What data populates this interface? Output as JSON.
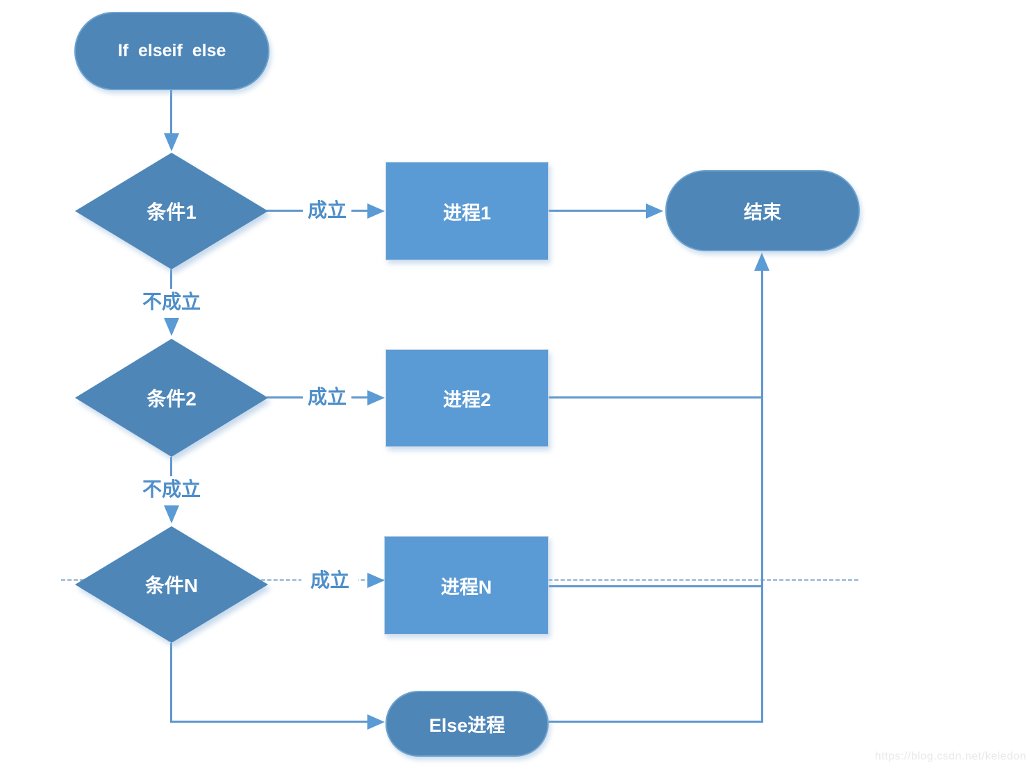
{
  "diagram": {
    "title_node": "If elseif else",
    "watermark": "https://blog.csdn.net/keledon"
  },
  "colors": {
    "shape_dark": "#4e86b8",
    "shape_light": "#5b9bd5",
    "connector": "#5f97cc",
    "dashed_line": "#a9c3dd",
    "edge_label": "#4e8ec9",
    "shape_text": "#ffffff",
    "watermark": "#e9e9e9"
  },
  "nodes": {
    "start": {
      "label": "If elseif else",
      "type": "terminator"
    },
    "cond1": {
      "label": "条件1",
      "type": "decision"
    },
    "proc1": {
      "label": "进程1",
      "type": "process"
    },
    "end": {
      "label": "结束",
      "type": "terminator"
    },
    "cond2": {
      "label": "条件2",
      "type": "decision"
    },
    "proc2": {
      "label": "进程2",
      "type": "process"
    },
    "condN": {
      "label": "条件N",
      "type": "decision"
    },
    "procN": {
      "label": "进程N",
      "type": "process"
    },
    "elseProc": {
      "label": "Else进程",
      "type": "terminator"
    }
  },
  "edges": {
    "true_label": "成立",
    "false_label": "不成立"
  }
}
